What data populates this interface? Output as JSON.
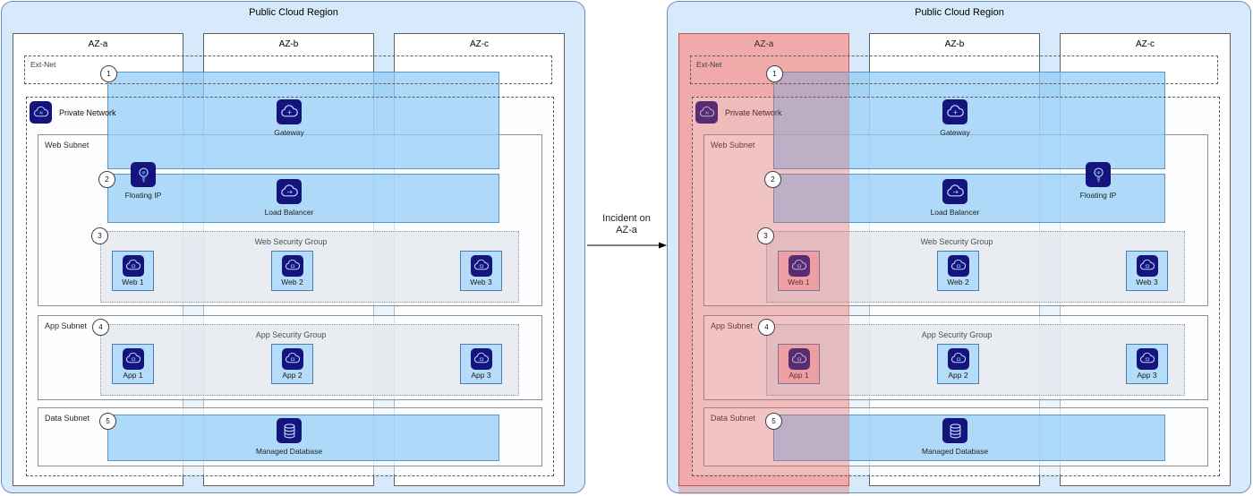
{
  "arrow": {
    "line1": "Incident on",
    "line2": "AZ-a"
  },
  "diagram": {
    "region_title": "Public Cloud Region",
    "az_labels": [
      "AZ-a",
      "AZ-b",
      "AZ-c"
    ],
    "ext_net_label": "Ext-Net",
    "private_network_label": "Private Network",
    "web_subnet_label": "Web Subnet",
    "app_subnet_label": "App Subnet",
    "data_subnet_label": "Data Subnet",
    "gateway_label": "Gateway",
    "floating_ip_label": "Floating IP",
    "load_balancer_label": "Load Balancer",
    "web_security_group_label": "Web Security Group",
    "app_security_group_label": "App Security Group",
    "managed_database_label": "Managed Database",
    "web_nodes": [
      "Web 1",
      "Web 2",
      "Web 3"
    ],
    "app_nodes": [
      "App 1",
      "App 2",
      "App 3"
    ],
    "badges": [
      "1",
      "2",
      "3",
      "4",
      "5"
    ]
  },
  "incident": {
    "affected_az": "AZ-a",
    "highlighted_nodes": [
      "Web 1",
      "App 1"
    ]
  },
  "colors": {
    "region_fill": "#D7EAFB",
    "region_border": "#6C8EBF",
    "band_fill": "#A9D6F5",
    "band_border": "#5E95C5",
    "node_fill": "#B5DCF8",
    "node_border": "#4A7FB5",
    "icon_tile": "#14147C",
    "security_group_fill": "#E4E9EF",
    "incident_az_fill": "#F8CECC",
    "incident_az_border": "#B85450",
    "incident_overlay": "rgba(222,97,97,0.33)",
    "incident_node_fill": "#F6BEC0"
  }
}
